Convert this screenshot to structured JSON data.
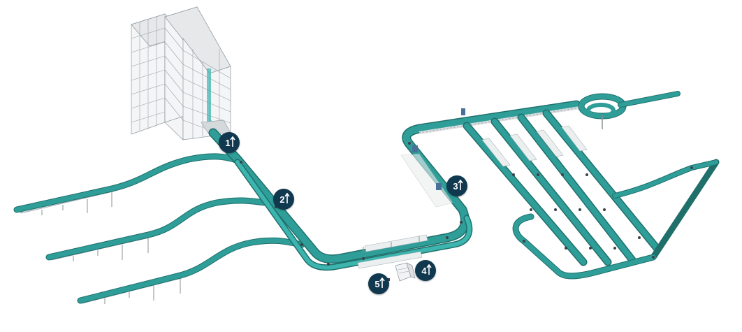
{
  "markers": [
    {
      "label": "1",
      "icon": "up-arrow-icon"
    },
    {
      "label": "2",
      "icon": "up-arrow-icon"
    },
    {
      "label": "3",
      "icon": "up-arrow-icon"
    },
    {
      "label": "4",
      "icon": "up-arrow-icon"
    },
    {
      "label": "5",
      "icon": "up-arrow-icon"
    }
  ],
  "colors": {
    "conveyor": "#2f9e99",
    "conveyor_highlight": "#3bb5ae",
    "marker_fill": "#10384f",
    "marker_text": "#ffffff",
    "structure": "#eceff0"
  }
}
